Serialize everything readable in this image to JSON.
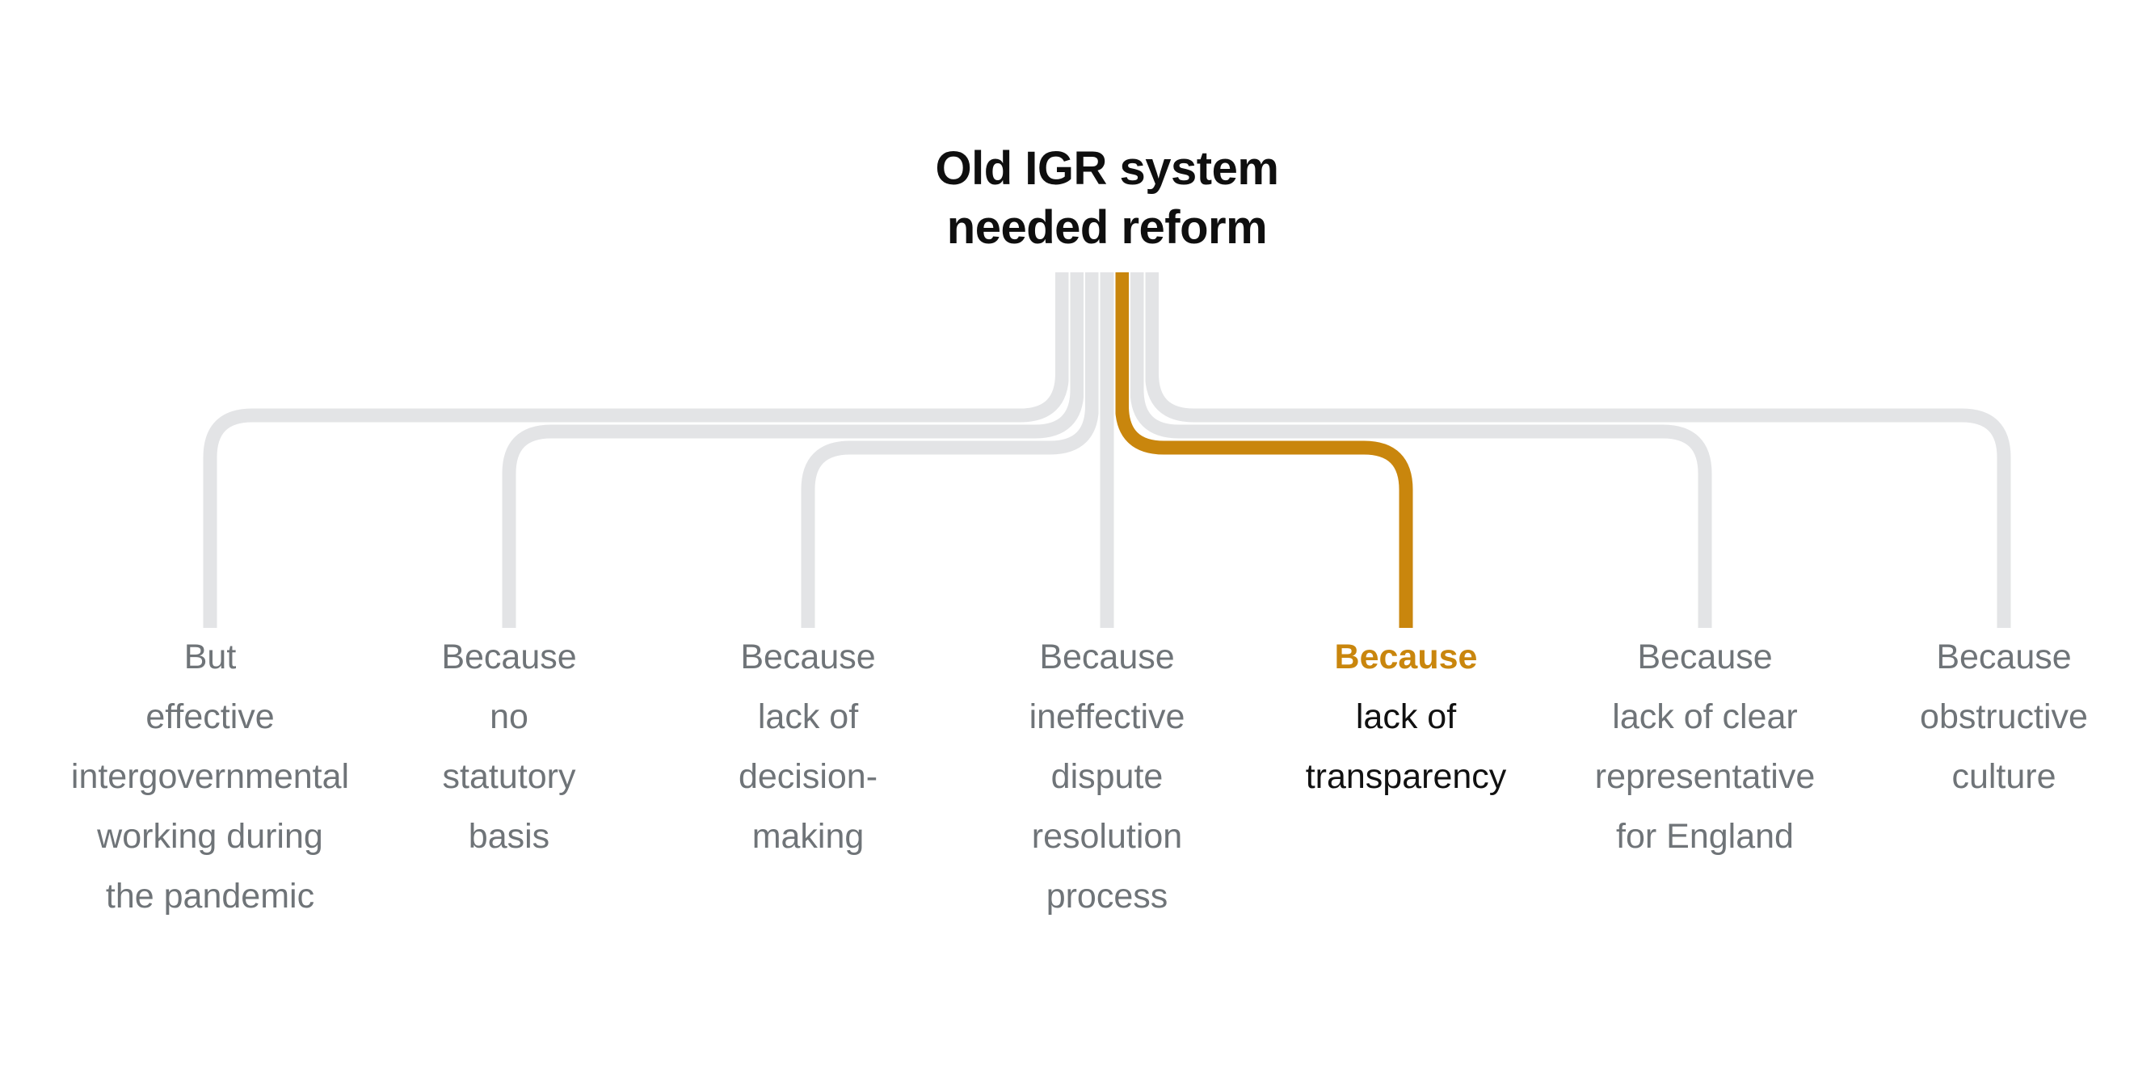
{
  "title": {
    "line1": "Old IGR system",
    "line2": "needed reform"
  },
  "colors": {
    "background": "#ffffff",
    "branch_default": "#e3e4e6",
    "branch_highlight": "#c9860d",
    "branch_casing": "#ffffff",
    "title_text": "#0f0f0f",
    "muted_text": "#6f7478",
    "dark_text": "#111111"
  },
  "nodes": [
    {
      "id": "pandemic",
      "highlight": false,
      "lines": [
        "But",
        "effective",
        "intergovernmental",
        "working during",
        "the pandemic"
      ]
    },
    {
      "id": "statutory",
      "highlight": false,
      "lines": [
        "Because",
        "no",
        "statutory",
        "basis"
      ]
    },
    {
      "id": "decision",
      "highlight": false,
      "lines": [
        "Because",
        "lack of",
        "decision-",
        "making"
      ]
    },
    {
      "id": "dispute",
      "highlight": false,
      "lines": [
        "Because",
        "ineffective",
        "dispute",
        "resolution",
        "process"
      ]
    },
    {
      "id": "transparency",
      "highlight": true,
      "lines": [
        "Because",
        "lack of",
        "transparency"
      ]
    },
    {
      "id": "england",
      "highlight": false,
      "lines": [
        "Because",
        "lack of clear",
        "representative",
        "for England"
      ]
    },
    {
      "id": "culture",
      "highlight": false,
      "lines": [
        "Because",
        "obstructive",
        "culture"
      ]
    }
  ]
}
